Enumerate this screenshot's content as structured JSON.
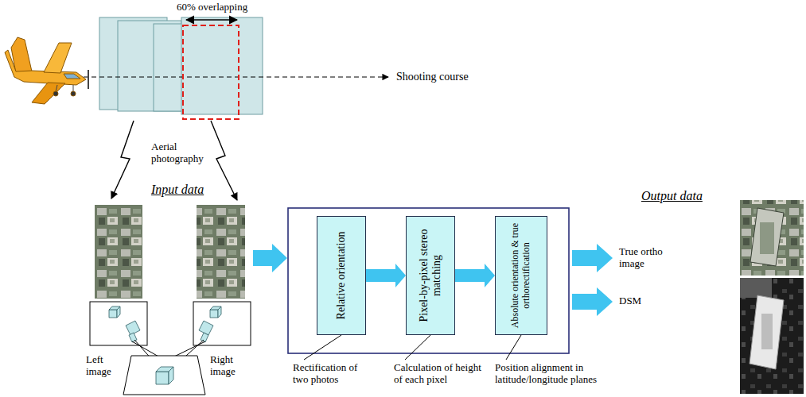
{
  "diagram": {
    "nodes": [
      {
        "text": [
          "Relative orientation"
        ]
      },
      {
        "text": [
          "Pixel-by-pixel stereo matching"
        ]
      },
      {
        "text": [
          "Absolute orientation & true orthorectification"
        ]
      }
    ],
    "edges": [
      {
        "from": 0,
        "to": 1,
        "arrow": "to"
      },
      {
        "from": 1,
        "to": 2,
        "arrow": "to"
      }
    ],
    "labels": [
      "60% overlapping",
      "Shooting course",
      "Aerial photography",
      "Input data",
      "Left image",
      "Right image",
      "Rectification of two photos",
      "Calculation of height of each pixel",
      "Position alignment in latitude/longitude planes",
      "Output data",
      "True ortho image",
      "DSM"
    ]
  }
}
